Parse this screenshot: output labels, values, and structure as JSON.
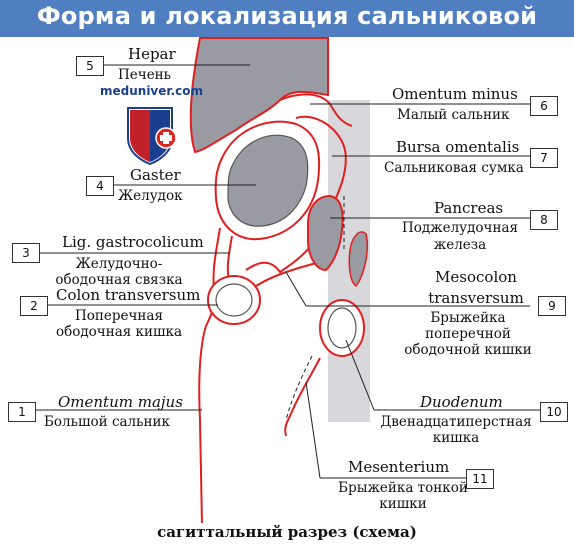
{
  "title": "Форма и локализация сальниковой сумки",
  "watermark": "meduniver.com",
  "caption": "сагиттальный разрез (схема)",
  "colors": {
    "title_bar": "#4f7fc0",
    "peritoneum": "#e02020",
    "organ_fill": "#9a9aa2",
    "cavity_fill": "#d8d8dc",
    "bursa_fill": "#ffffff"
  },
  "labels": [
    {
      "num": "1",
      "latin": "Omentum majus",
      "russian": "Большой сальник"
    },
    {
      "num": "2",
      "latin": "Colon transversum",
      "russian": "Поперечная ободочная кишка"
    },
    {
      "num": "3",
      "latin": "Lig. gastrocolicum",
      "russian": "Желудочно-ободочная связка"
    },
    {
      "num": "4",
      "latin": "Gaster",
      "russian": "Желудок"
    },
    {
      "num": "5",
      "latin": "Hepar",
      "russian": "Печень"
    },
    {
      "num": "6",
      "latin": "Omentum minus",
      "russian": "Малый сальник"
    },
    {
      "num": "7",
      "latin": "Bursa omentalis",
      "russian": "Сальниковая сумка"
    },
    {
      "num": "8",
      "latin": "Pancreas",
      "russian": "Поджелудочная железа"
    },
    {
      "num": "9",
      "latin": "Mesocolon transversum",
      "russian": "Брыжейка поперечной ободочной кишки"
    },
    {
      "num": "10",
      "latin": "Duodenum",
      "russian": "Двенадцатиперстная кишка"
    },
    {
      "num": "11",
      "latin": "Mesenterium",
      "russian": "Брыжейка тонкой кишки"
    }
  ]
}
